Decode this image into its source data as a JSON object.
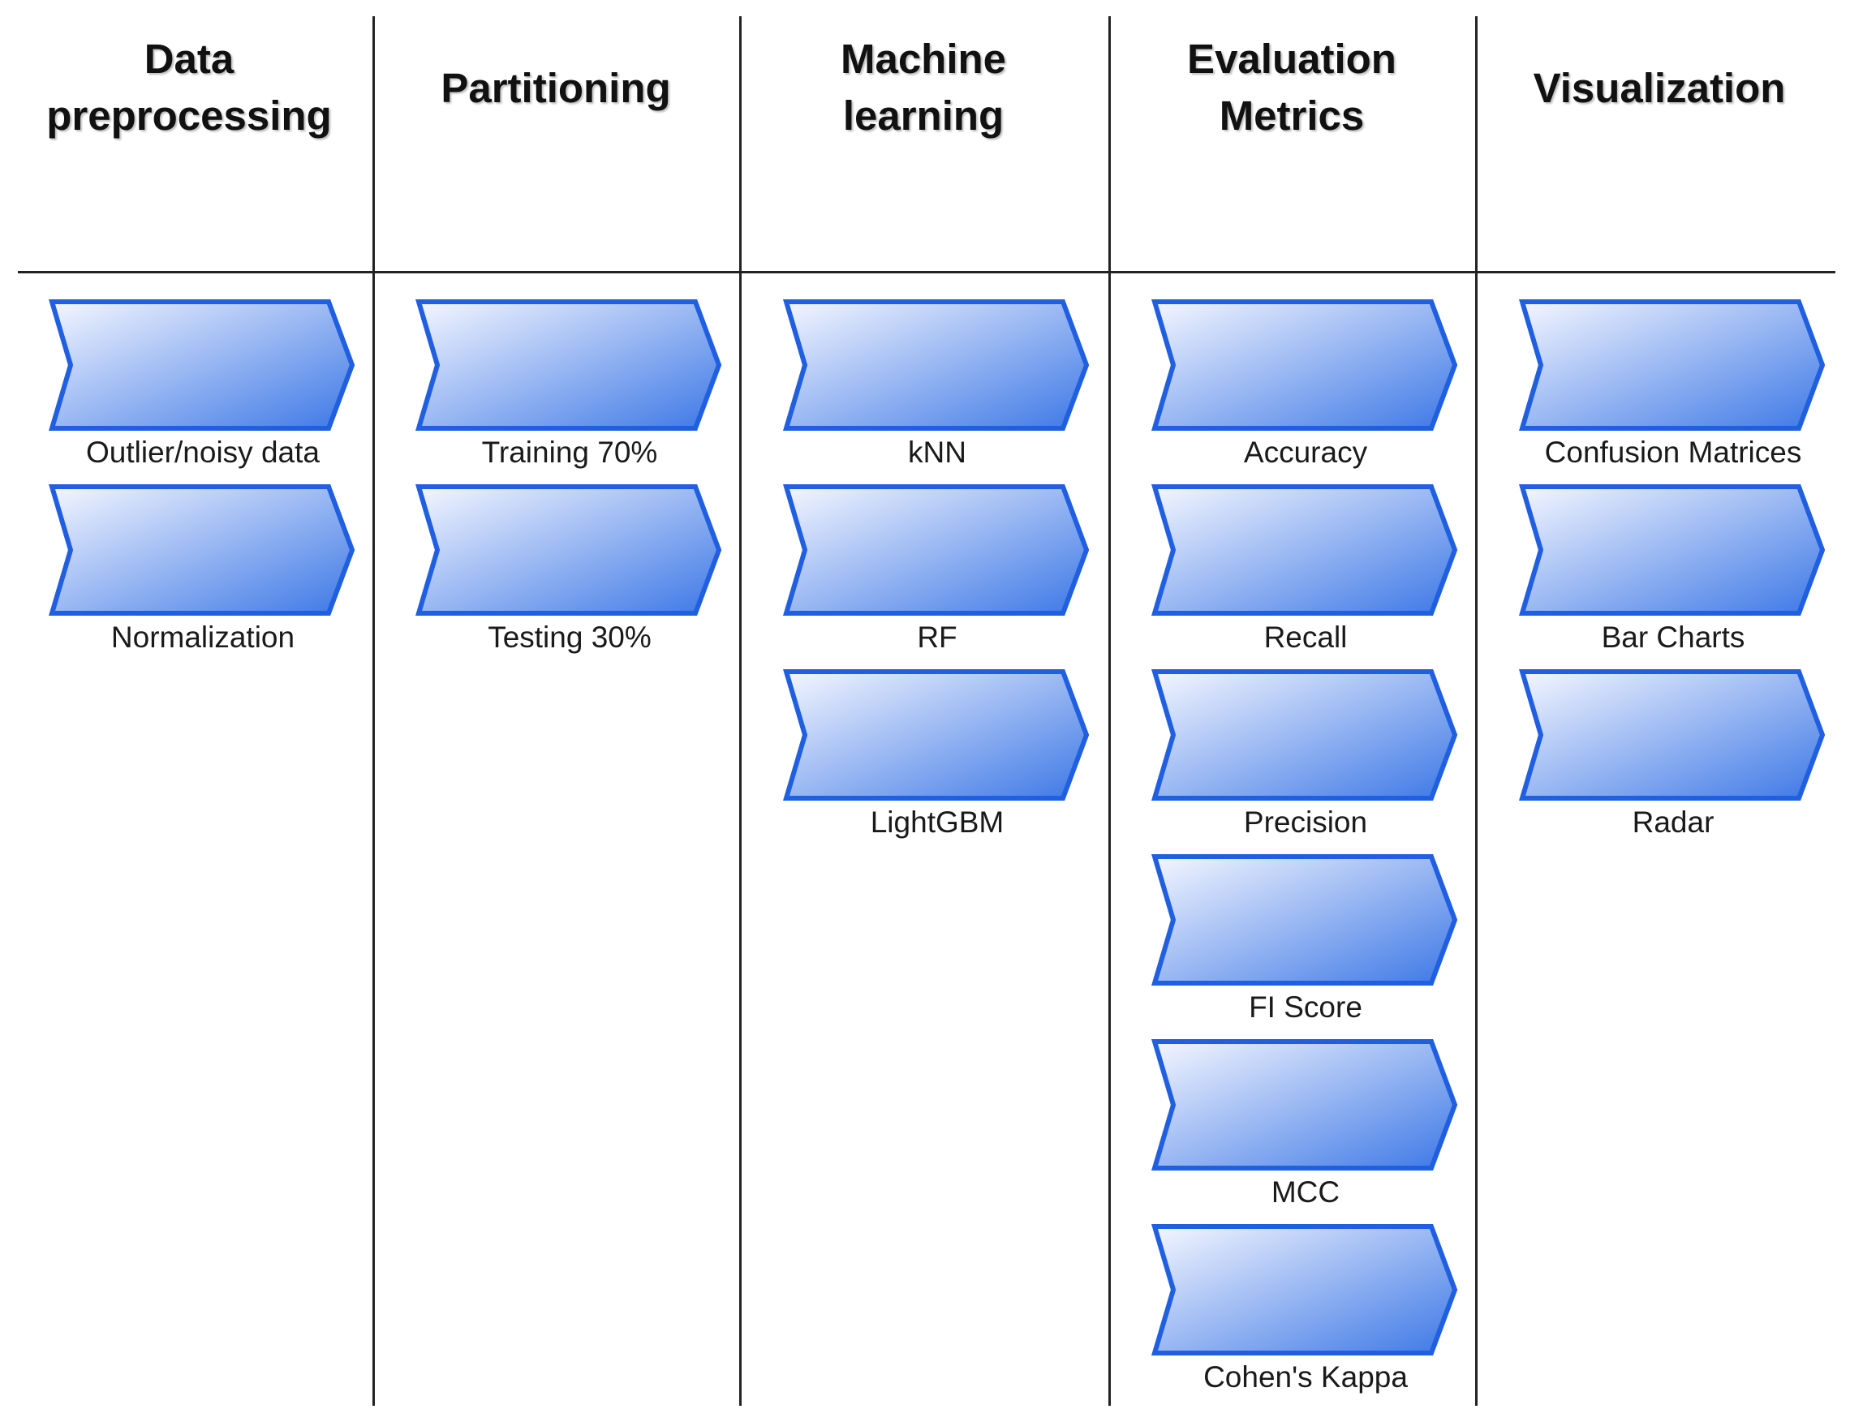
{
  "colors": {
    "chevron_fill_light": "#f4f6ff",
    "chevron_fill_dark": "#3d78e6",
    "chevron_stroke": "#1f5fe0",
    "divider": "#222222"
  },
  "columns": [
    {
      "title": "Data\npreprocessing",
      "steps": [
        "Outlier/noisy data",
        "Normalization"
      ]
    },
    {
      "title": "Partitioning",
      "steps": [
        "Training 70%",
        "Testing 30%"
      ]
    },
    {
      "title": "Machine\nlearning",
      "steps": [
        "kNN",
        "RF",
        "LightGBM"
      ]
    },
    {
      "title": "Evaluation\nMetrics",
      "steps": [
        "Accuracy",
        "Recall",
        "Precision",
        "FI Score",
        "MCC",
        "Cohen's Kappa"
      ]
    },
    {
      "title": "Visualization",
      "steps": [
        "Confusion Matrices",
        "Bar Charts",
        "Radar"
      ]
    }
  ]
}
